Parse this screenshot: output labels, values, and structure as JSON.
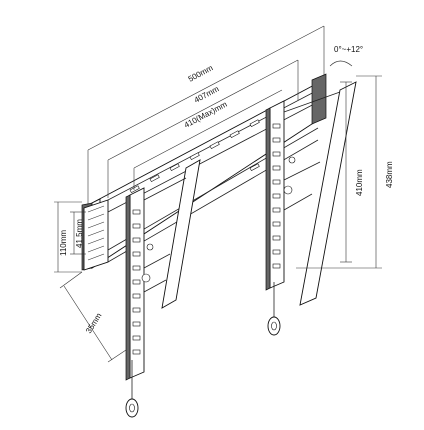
{
  "dimensions": {
    "overall_width": "500mm",
    "rail_width": "407mm",
    "max_vesa_width": "410(Max)mm",
    "tilt_range": "0°~+12°",
    "bracket_height": "410mm",
    "overall_height": "438mm",
    "rail_height": "110mm",
    "rail_spacing": "41.5mm",
    "wall_depth": "35mm"
  }
}
